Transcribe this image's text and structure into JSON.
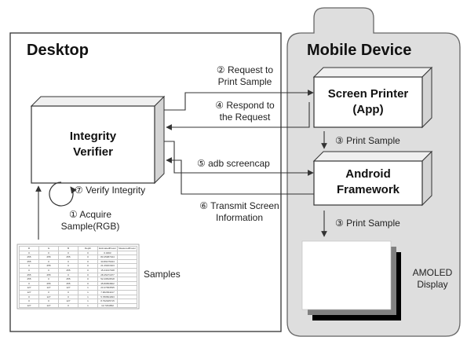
{
  "desktop": {
    "title": "Desktop"
  },
  "mobile": {
    "title": "Mobile Device"
  },
  "integrity_verifier": {
    "line1": "Integrity",
    "line2": "Verifier"
  },
  "screen_printer": {
    "line1": "Screen Printer",
    "line2": "(App)"
  },
  "android_framework": {
    "line1": "Android",
    "line2": "Framework"
  },
  "steps": {
    "step2": {
      "line1": "② Request to",
      "line2": "Print Sample"
    },
    "step4": {
      "line1": "④ Respond to",
      "line2": "the Request"
    },
    "step3a": "③ Print Sample",
    "step5": "⑤ adb screencap",
    "step6": {
      "line1": "⑥ Transmit Screen",
      "line2": "Information"
    },
    "step3b": "③ Print Sample",
    "step7": "⑦ Verify Integrity",
    "step1": {
      "line1": "① Acquire",
      "line2": "Sample(RGB)"
    }
  },
  "samples_label": "Samples",
  "display": {
    "line1": "AMOLED",
    "line2": "Display"
  },
  "colors": {
    "mobile_fill": "#dedede",
    "arrow": "#333333",
    "display_shadow_dark": "#000000",
    "display_shadow_mid": "#808080"
  },
  "sample_table": {
    "headers": [
      "R",
      "G",
      "B",
      "Depth",
      "EstimatedPower",
      "MeasuredPower"
    ],
    "rows": [
      [
        "0",
        "0",
        "0",
        "0",
        "0.0463",
        ""
      ],
      [
        "255",
        "255",
        "255",
        "0",
        "83.45387344",
        ""
      ],
      [
        "255",
        "0",
        "0",
        "0",
        "33.89175344",
        ""
      ],
      [
        "0",
        "255",
        "0",
        "0",
        "21.29161623",
        ""
      ],
      [
        "0",
        "0",
        "255",
        "0",
        "15.24137348",
        ""
      ],
      [
        "255",
        "255",
        "0",
        "0",
        "28.45271977",
        ""
      ],
      [
        "255",
        "0",
        "255",
        "0",
        "52.20819518",
        ""
      ],
      [
        "0",
        "255",
        "255",
        "0",
        "45.80653822",
        ""
      ],
      [
        "127",
        "127",
        "127",
        "1",
        "23.47393535",
        ""
      ],
      [
        "127",
        "0",
        "0",
        "1",
        "7.902394217",
        ""
      ],
      [
        "0",
        "127",
        "0",
        "1",
        "5.780504393",
        ""
      ],
      [
        "0",
        "0",
        "127",
        "1",
        "8.792945715",
        ""
      ],
      [
        "127",
        "127",
        "0",
        "1",
        "12.7291862",
        ""
      ]
    ]
  }
}
